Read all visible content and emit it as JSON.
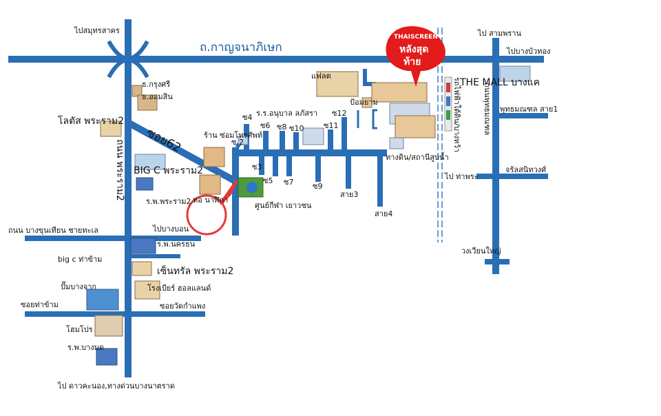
{
  "roads": {
    "kanchanaphisek": "ถ.กาญจนาภิเษก",
    "phra_ram2": "ถนน พระราม2",
    "soi62": "ซอย62",
    "bang_khun_thian": "ถนน บางขุนเทียน ชายทะเล",
    "phutthamonthon": "ถนนพุทธมณฑล"
  },
  "directions": {
    "to_samut_sakhon": "ไปสมุทรสาคร",
    "to_sam_phran": "ไป สามพราน",
    "to_bang_bua_thong": "ไปบางบัวทอง",
    "to_bang_bon": "ไปบางบอน",
    "to_tha_phra": "ไป ท่าพระ",
    "to_dao_khanong": "ไป ดาวคะนอง,ทางด่วนบางนาตราด",
    "soi_tha_kham": "ซอยท่าข้าม",
    "soi_wat_kamphaeng": "ซอยวัดกำแพง"
  },
  "places": {
    "krungsri": "ธ.กรุงศรี",
    "omsin": "ธ.ออมสิน",
    "lotus": "โลตัส พระราม2",
    "bigc_rama2": "BIG C พระราม2",
    "hosp_rama2": "ร.พ.พระราม2",
    "computer_shop": "ร้าน ซ่อมโทรศัพท์",
    "hor_nalika": "หอ นาฬิกา",
    "sport_center": "ศูนย์กีฬา เยาวชน",
    "school": "ร.ร.อนุบาล ลภัสรา",
    "flats": "แฟลต",
    "pom_yam": "ป้อมยาม",
    "water_gate": "ทางดิน/สถานีสูบน้ำ",
    "the_mall": "THE MALL บางแค",
    "phutthamonthon_sai1": "พุทธมณฑล สาย1",
    "jarun_sanitwong": "จรัลสนิทวงศ์",
    "wong_wian_yai": "วงเวียนใหญ่",
    "bts": "รถไฟฟ้าใต้ดิน/บางหว้า",
    "hosp_nakhon": "ร.พ.นครธน",
    "bigc_tha_kham": "big c ท่าข้าม",
    "central_rama2": "เซ็นทรัล พระราม2",
    "brewery": "โรงเบียร์ ฮอลแลนด์",
    "gas_bang_chak": "ปั๊มบางจาก",
    "homepro": "โฮมโปร",
    "hosp_bang_mod": "ร.พ.บางมด"
  },
  "sois": {
    "s2": "ซ.2",
    "s3": "ซ3",
    "s4": "ซ4",
    "s5": "ซ5",
    "s6": "ซ6",
    "s7": "ซ7",
    "s8": "ซ8",
    "s9": "ซ9",
    "s10": "ซ10",
    "s11": "ซ11",
    "s12": "ซ12",
    "sai3": "สาย3",
    "sai4": "สาย4"
  },
  "pin": {
    "brand": "THAISCREEN",
    "line1": "หลังสุด",
    "line2": "ท้าย",
    "color": "#e31b1b"
  },
  "colors": {
    "road": "#2a6eb5",
    "rail": "#3b78c2"
  }
}
